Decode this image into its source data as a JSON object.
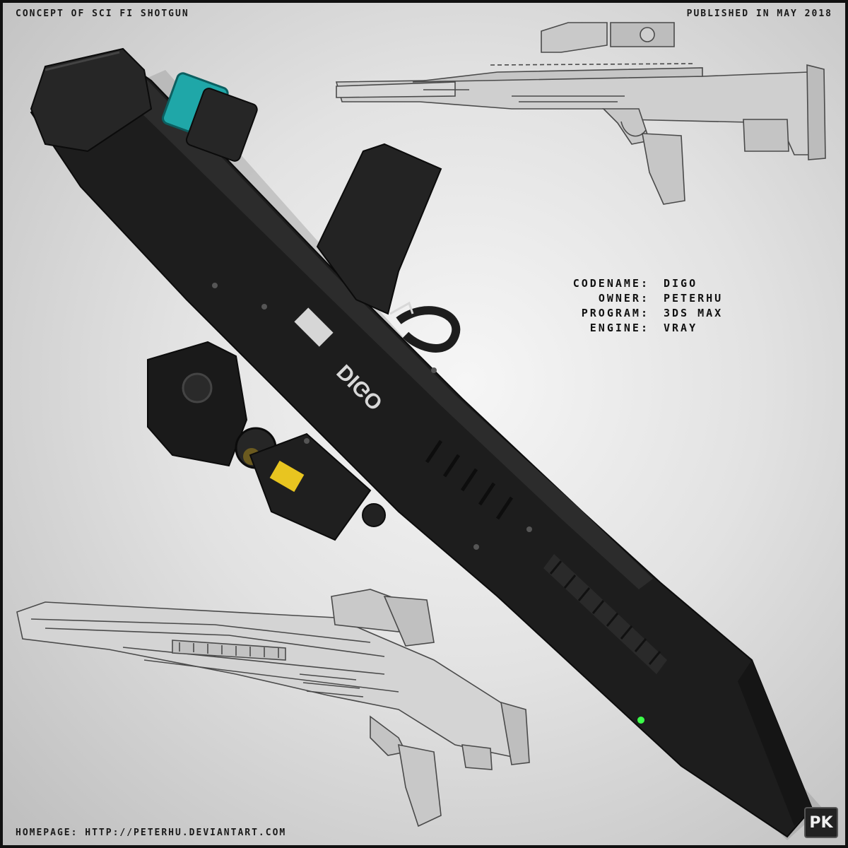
{
  "header": {
    "title": "CONCEPT OF SCI FI SHOTGUN",
    "published": "PUBLISHED IN MAY 2018"
  },
  "specs": [
    {
      "label": "CODENAME:",
      "value": "DIGO"
    },
    {
      "label": "OWNER:",
      "value": "PETERHU"
    },
    {
      "label": "PROGRAM:",
      "value": "3DS MAX"
    },
    {
      "label": "ENGINE:",
      "value": "VRAY"
    }
  ],
  "footer": {
    "homepage": "HOMEPAGE:  HTTP://PETERHU.DEVIANTART.COM"
  },
  "logo": {
    "text": "PK"
  },
  "weapon_decal": {
    "text": "DIGO"
  },
  "colors": {
    "accent_teal": "#1fa7a8",
    "body_black": "#1b1b1b",
    "laser_green": "#3cff4a",
    "caution_yellow": "#e8c520"
  }
}
